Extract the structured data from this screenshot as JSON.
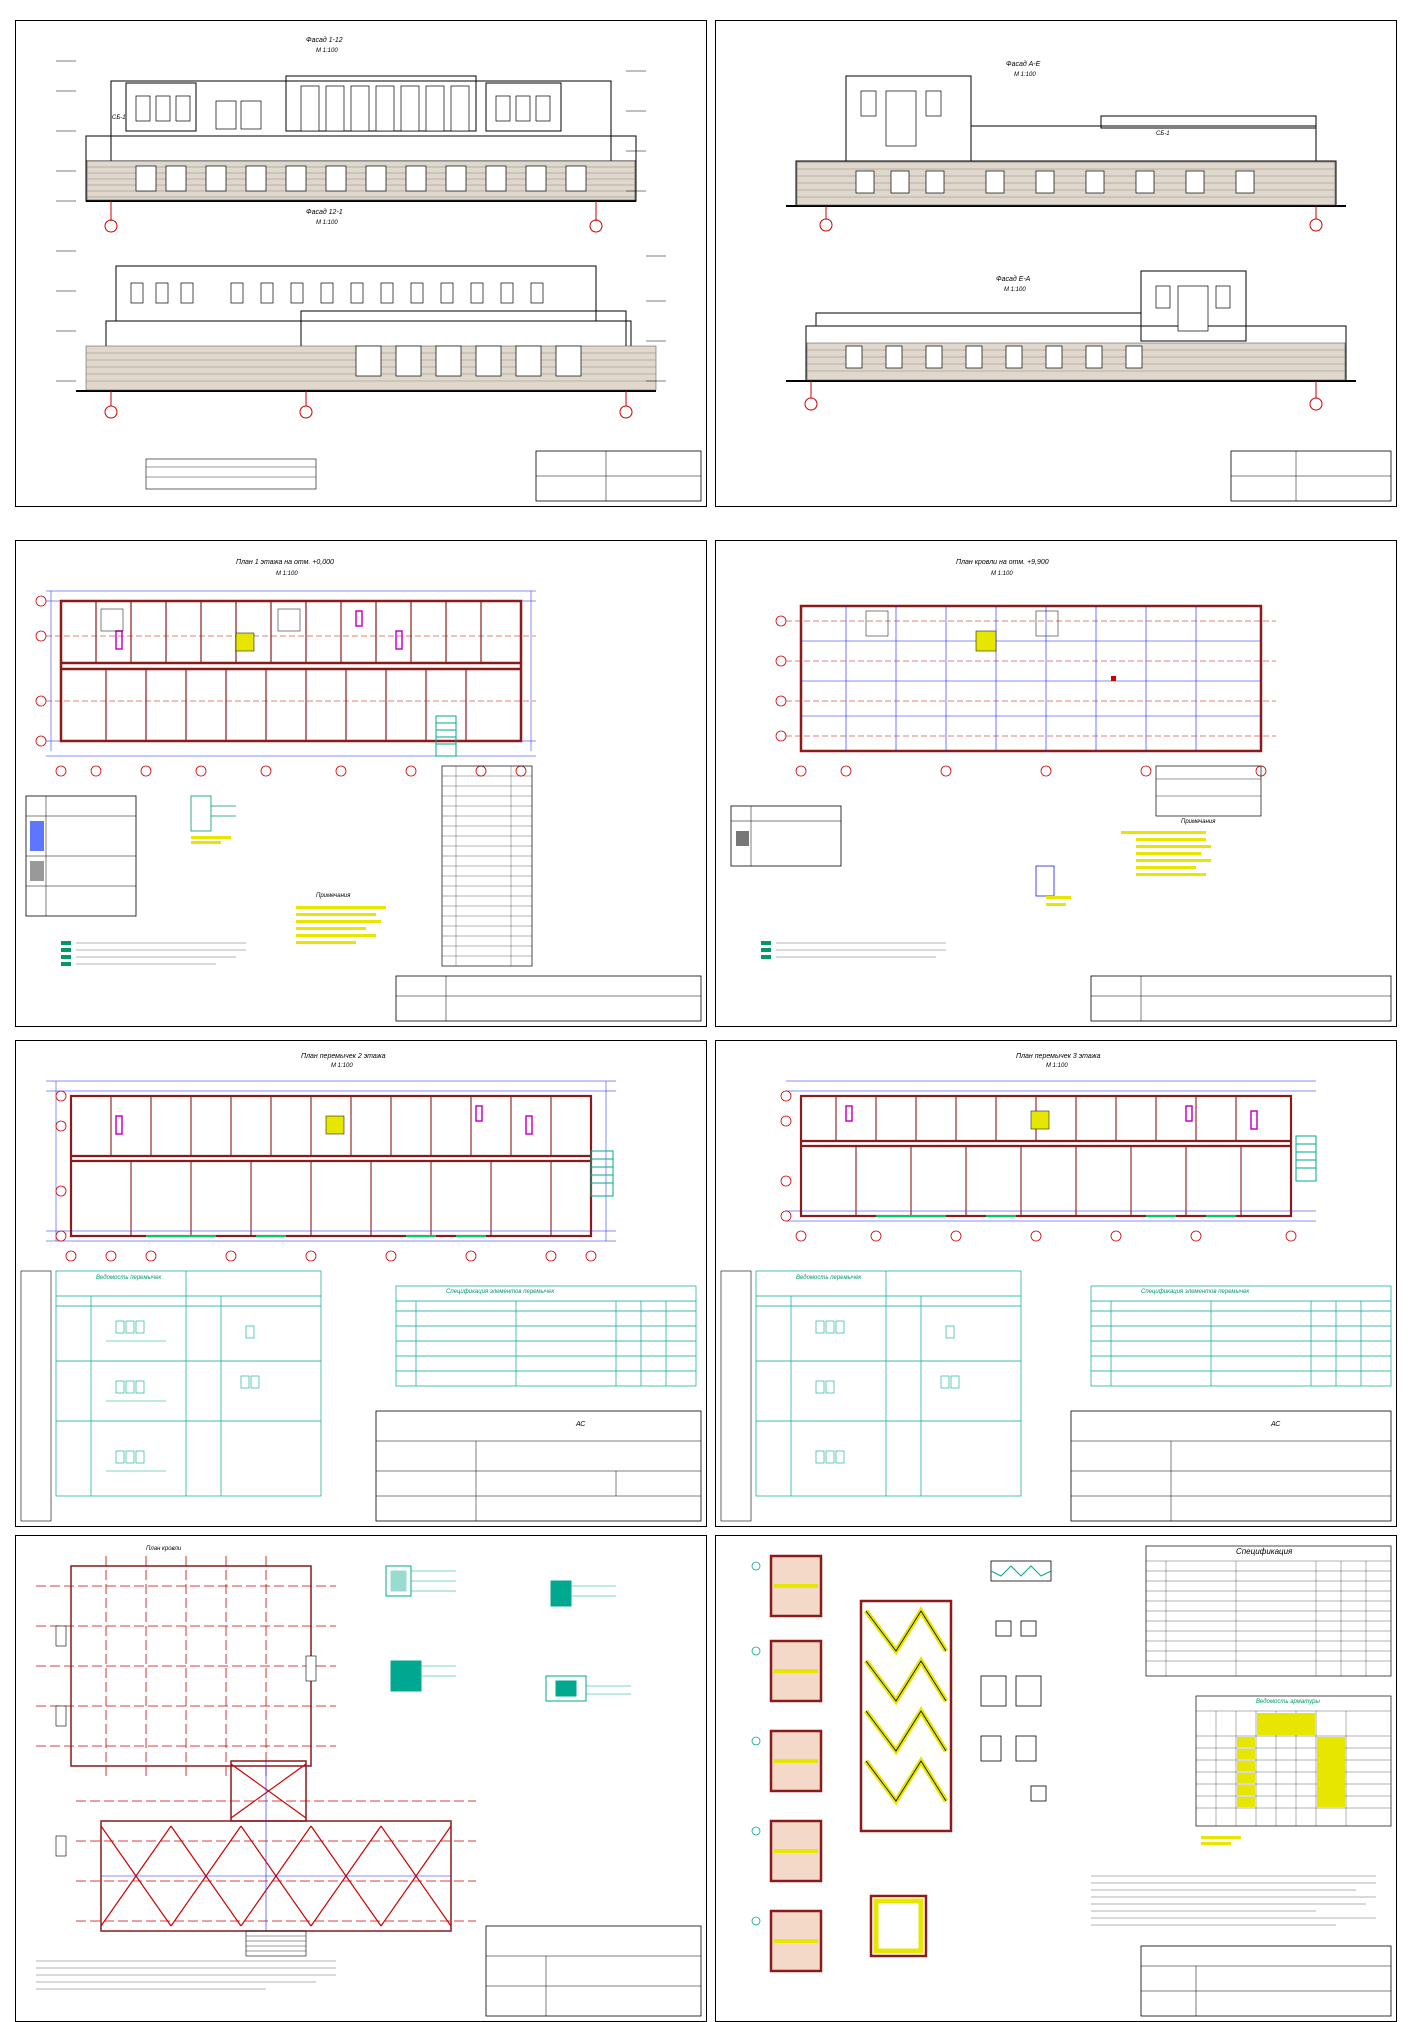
{
  "sheets": {
    "s1": {
      "title_top": "Фасад 1-12",
      "scale_top": "М 1:100",
      "title_bot": "Фасад 12-1",
      "scale_bot": "М 1:100",
      "mark": "СБ-1"
    },
    "s2": {
      "title_top": "Фасад А-Е",
      "scale_top": "М 1:100",
      "title_bot": "Фасад Е-А",
      "scale_bot": "М 1:100",
      "mark": "СБ-1"
    },
    "s3": {
      "title": "План 1 этажа на отм. +0,000",
      "scale": "М 1:100",
      "notes_title": "Примечания"
    },
    "s4": {
      "title": "План кровли на отм. +9,900",
      "scale": "М 1:100",
      "notes_title": "Примечания"
    },
    "s5": {
      "title": "План перемычек 2 этажа",
      "scale": "М 1:100",
      "lintel_header": "Ведомость перемычек",
      "spec_header": "Спецификация элементов перемычек",
      "stamp_code": "АС"
    },
    "s6": {
      "title": "План перемычек 3 этажа",
      "scale": "М 1:100",
      "lintel_header": "Ведомость перемычек",
      "spec_header": "Спецификация элементов перемычек",
      "stamp_code": "АС"
    },
    "s7": {
      "title": "План кровли"
    },
    "s8": {
      "spec_title": "Спецификация",
      "rebar_title": "Ведомость арматуры"
    }
  },
  "colors": {
    "wall": "#8b1a1a",
    "axis": "#cc0000",
    "dim": "#1a1aff",
    "green": "#009966",
    "teal": "#00a88f",
    "yellow": "#e6e600",
    "pink": "#cc00cc"
  }
}
